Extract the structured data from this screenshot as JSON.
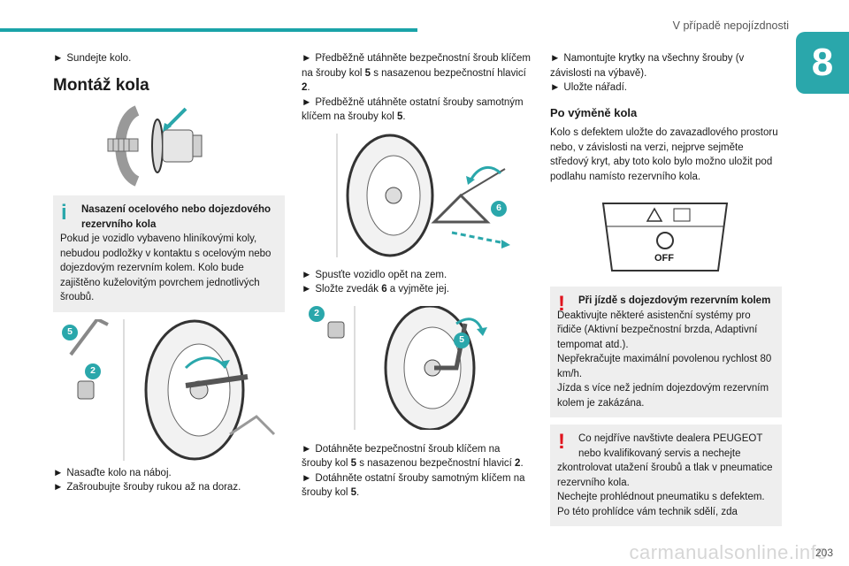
{
  "header": {
    "title": "V případě nepojízdnosti",
    "chapter": "8"
  },
  "page": {
    "number": "203",
    "watermark": "carmanualsonline.info"
  },
  "col1": {
    "bullet_remove": "Sundejte kolo.",
    "heading": "Montáž kola",
    "info_box": {
      "title": "Nasazení ocelového nebo dojezdového rezervního kola",
      "body": "Pokud je vozidlo vybaveno hliníkovými koly, nebudou podložky v kontaktu s ocelovým nebo dojezdovým rezervním kolem. Kolo bude zajištěno kuželovitým povrchem jednotlivých šroubů."
    },
    "fig_labels": [
      "5",
      "2"
    ],
    "bullet_1": "Nasaďte kolo na náboj.",
    "bullet_2": "Zašroubujte šrouby rukou až na doraz."
  },
  "col2": {
    "b1a": "Předběžně utáhněte bezpečnostní šroub klíčem na šrouby kol ",
    "b1b": "5",
    "b1c": " s nasazenou bezpečnostní hlavicí ",
    "b1d": "2",
    "b1e": ".",
    "b2a": "Předběžně utáhněte ostatní šrouby samotným klíčem na šrouby kol ",
    "b2b": "5",
    "b2c": ".",
    "fig1_label": "6",
    "b3": "Spusťte vozidlo opět na zem.",
    "b4a": "Složte zvedák ",
    "b4b": "6",
    "b4c": " a vyjměte jej.",
    "fig2_labels": [
      "2",
      "5"
    ],
    "b5a": "Dotáhněte bezpečnostní šroub klíčem na šrouby kol ",
    "b5b": "5",
    "b5c": " s nasazenou bezpečnostní hlavicí ",
    "b5d": "2",
    "b5e": ".",
    "b6a": "Dotáhněte ostatní šrouby samotným klíčem na šrouby kol ",
    "b6b": "5",
    "b6c": "."
  },
  "col3": {
    "b1": "Namontujte krytky na všechny šrouby (v závislosti na výbavě).",
    "b2": "Uložte nářadí.",
    "subheading": "Po výměně kola",
    "para": "Kolo s defektem uložte do zavazadlového prostoru nebo, v závislosti na verzi, nejprve sejměte středový kryt, aby toto kolo bylo možno uložit pod podlahu namísto rezervního kola.",
    "panel_off": "OFF",
    "warn1": {
      "title": "Při jízdě s dojezdovým rezervním kolem",
      "body1": "Deaktivujte některé asistenční systémy pro řidiče (Aktivní bezpečnostní brzda, Adaptivní tempomat atd.).",
      "body2": "Nepřekračujte maximální povolenou rychlost 80 km/h.",
      "body3": "Jízda s více než jedním dojezdovým rezervním kolem je zakázána."
    },
    "warn2": {
      "first": "Co nejdříve navštivte dealera PEUGEOT nebo kvalifikovaný servis a nechejte",
      "body1": "zkontrolovat utažení šroubů a tlak v pneumatice rezervního kola.",
      "body2": "Nechejte prohlédnout pneumatiku s defektem. Po této prohlídce vám technik sdělí, zda"
    }
  },
  "colors": {
    "accent": "#2aa7ab",
    "warning": "#e0141e",
    "box": "#eeeeee"
  }
}
